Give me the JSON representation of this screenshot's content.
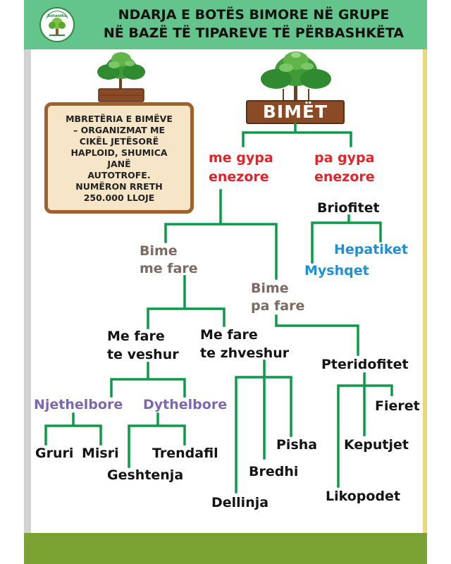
{
  "header": {
    "title_line1": "NDARJA E BOTËS BIMORE NË GRUPE",
    "title_line2": "NË BAZË TË TIPAREVE TË PËRBASHKËTA",
    "logo_text": "Botanika"
  },
  "info_box": {
    "lines": [
      "MBRETËRIA E BIMËVE",
      "– ORGANIZMAT ME",
      "CIKËL JETËSORË",
      "HAPLOID, SHUMICA",
      "JANË",
      "AUTOTROFE.",
      "NUMËRON RRETH",
      "250.000 LLOJE"
    ]
  },
  "tree": {
    "root": "BIMËT",
    "with_vessels": [
      "me gypa",
      "enezore"
    ],
    "without_vessels": [
      "pa gypa",
      "enezore"
    ],
    "bryophytes": "Briofitet",
    "liverworts": "Hepatiket",
    "mosses": "Myshqet",
    "seed_plants": [
      "Bime",
      "me fare"
    ],
    "seedless_plants": [
      "Bime",
      "pa fare"
    ],
    "angiosperms": [
      "Me fare",
      "te veshur"
    ],
    "gymnosperms": [
      "Me fare",
      "te zhveshur"
    ],
    "pteridophytes": "Pteridofitet",
    "monocots": "Njethelbore",
    "dicots": "Dythelbore",
    "wheat": "Gruri",
    "corn": "Misri",
    "rose": "Trendafil",
    "chestnut": "Geshtenja",
    "juniper": "Dellinja",
    "fir": "Bredhi",
    "pine": "Pisha",
    "ferns": "Fieret",
    "horsetails": "Keputjet",
    "clubmosses": "Likopodet"
  },
  "colors": {
    "header_green": "#63c48c",
    "line_green": "#0e9a4a",
    "red_text": "#e2242b",
    "gray_text": "#7d6a62",
    "blue_text": "#1f8fd6",
    "purple_text": "#7c68b2",
    "footer_olive": "#7aa334",
    "board_brown": "#8a4a26"
  }
}
